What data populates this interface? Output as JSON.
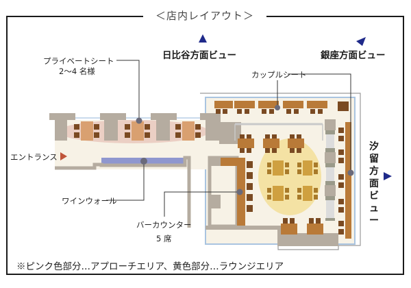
{
  "title": "＜店内レイアウト＞",
  "views": {
    "hibiya": "日比谷方面ビュー",
    "ginza": "銀座方面ビュー",
    "shiodome": [
      "汐",
      "留",
      "方",
      "面",
      "ビ",
      "ュ",
      "ー"
    ]
  },
  "callouts": {
    "private_seat": "プライベートシート",
    "private_seat_capacity": "2〜4 名様",
    "couple_seat": "カップルシート",
    "entrance": "エントランス",
    "wine_wall": "ワインウォール",
    "bar_counter": "バーカウンター",
    "bar_counter_seats": "5 席"
  },
  "footnote": "※ピンク色部分…アプローチエリア、黄色部分…ラウンジエリア",
  "colors": {
    "wall": "#b5aca0",
    "floor": "#f7f2e6",
    "approach_area": "#e9c9bd",
    "lounge_area": "#f3dc8e",
    "wine_wall": "#8f97cf",
    "table_private": "#d9a070",
    "chair": "#7a4a22",
    "table_lounge": "#cfa040",
    "table_window": "#b97a38",
    "arrow": "#1f2a8a",
    "entrance_arrow": "#c0553a",
    "window_line": "#a9c4e0"
  }
}
